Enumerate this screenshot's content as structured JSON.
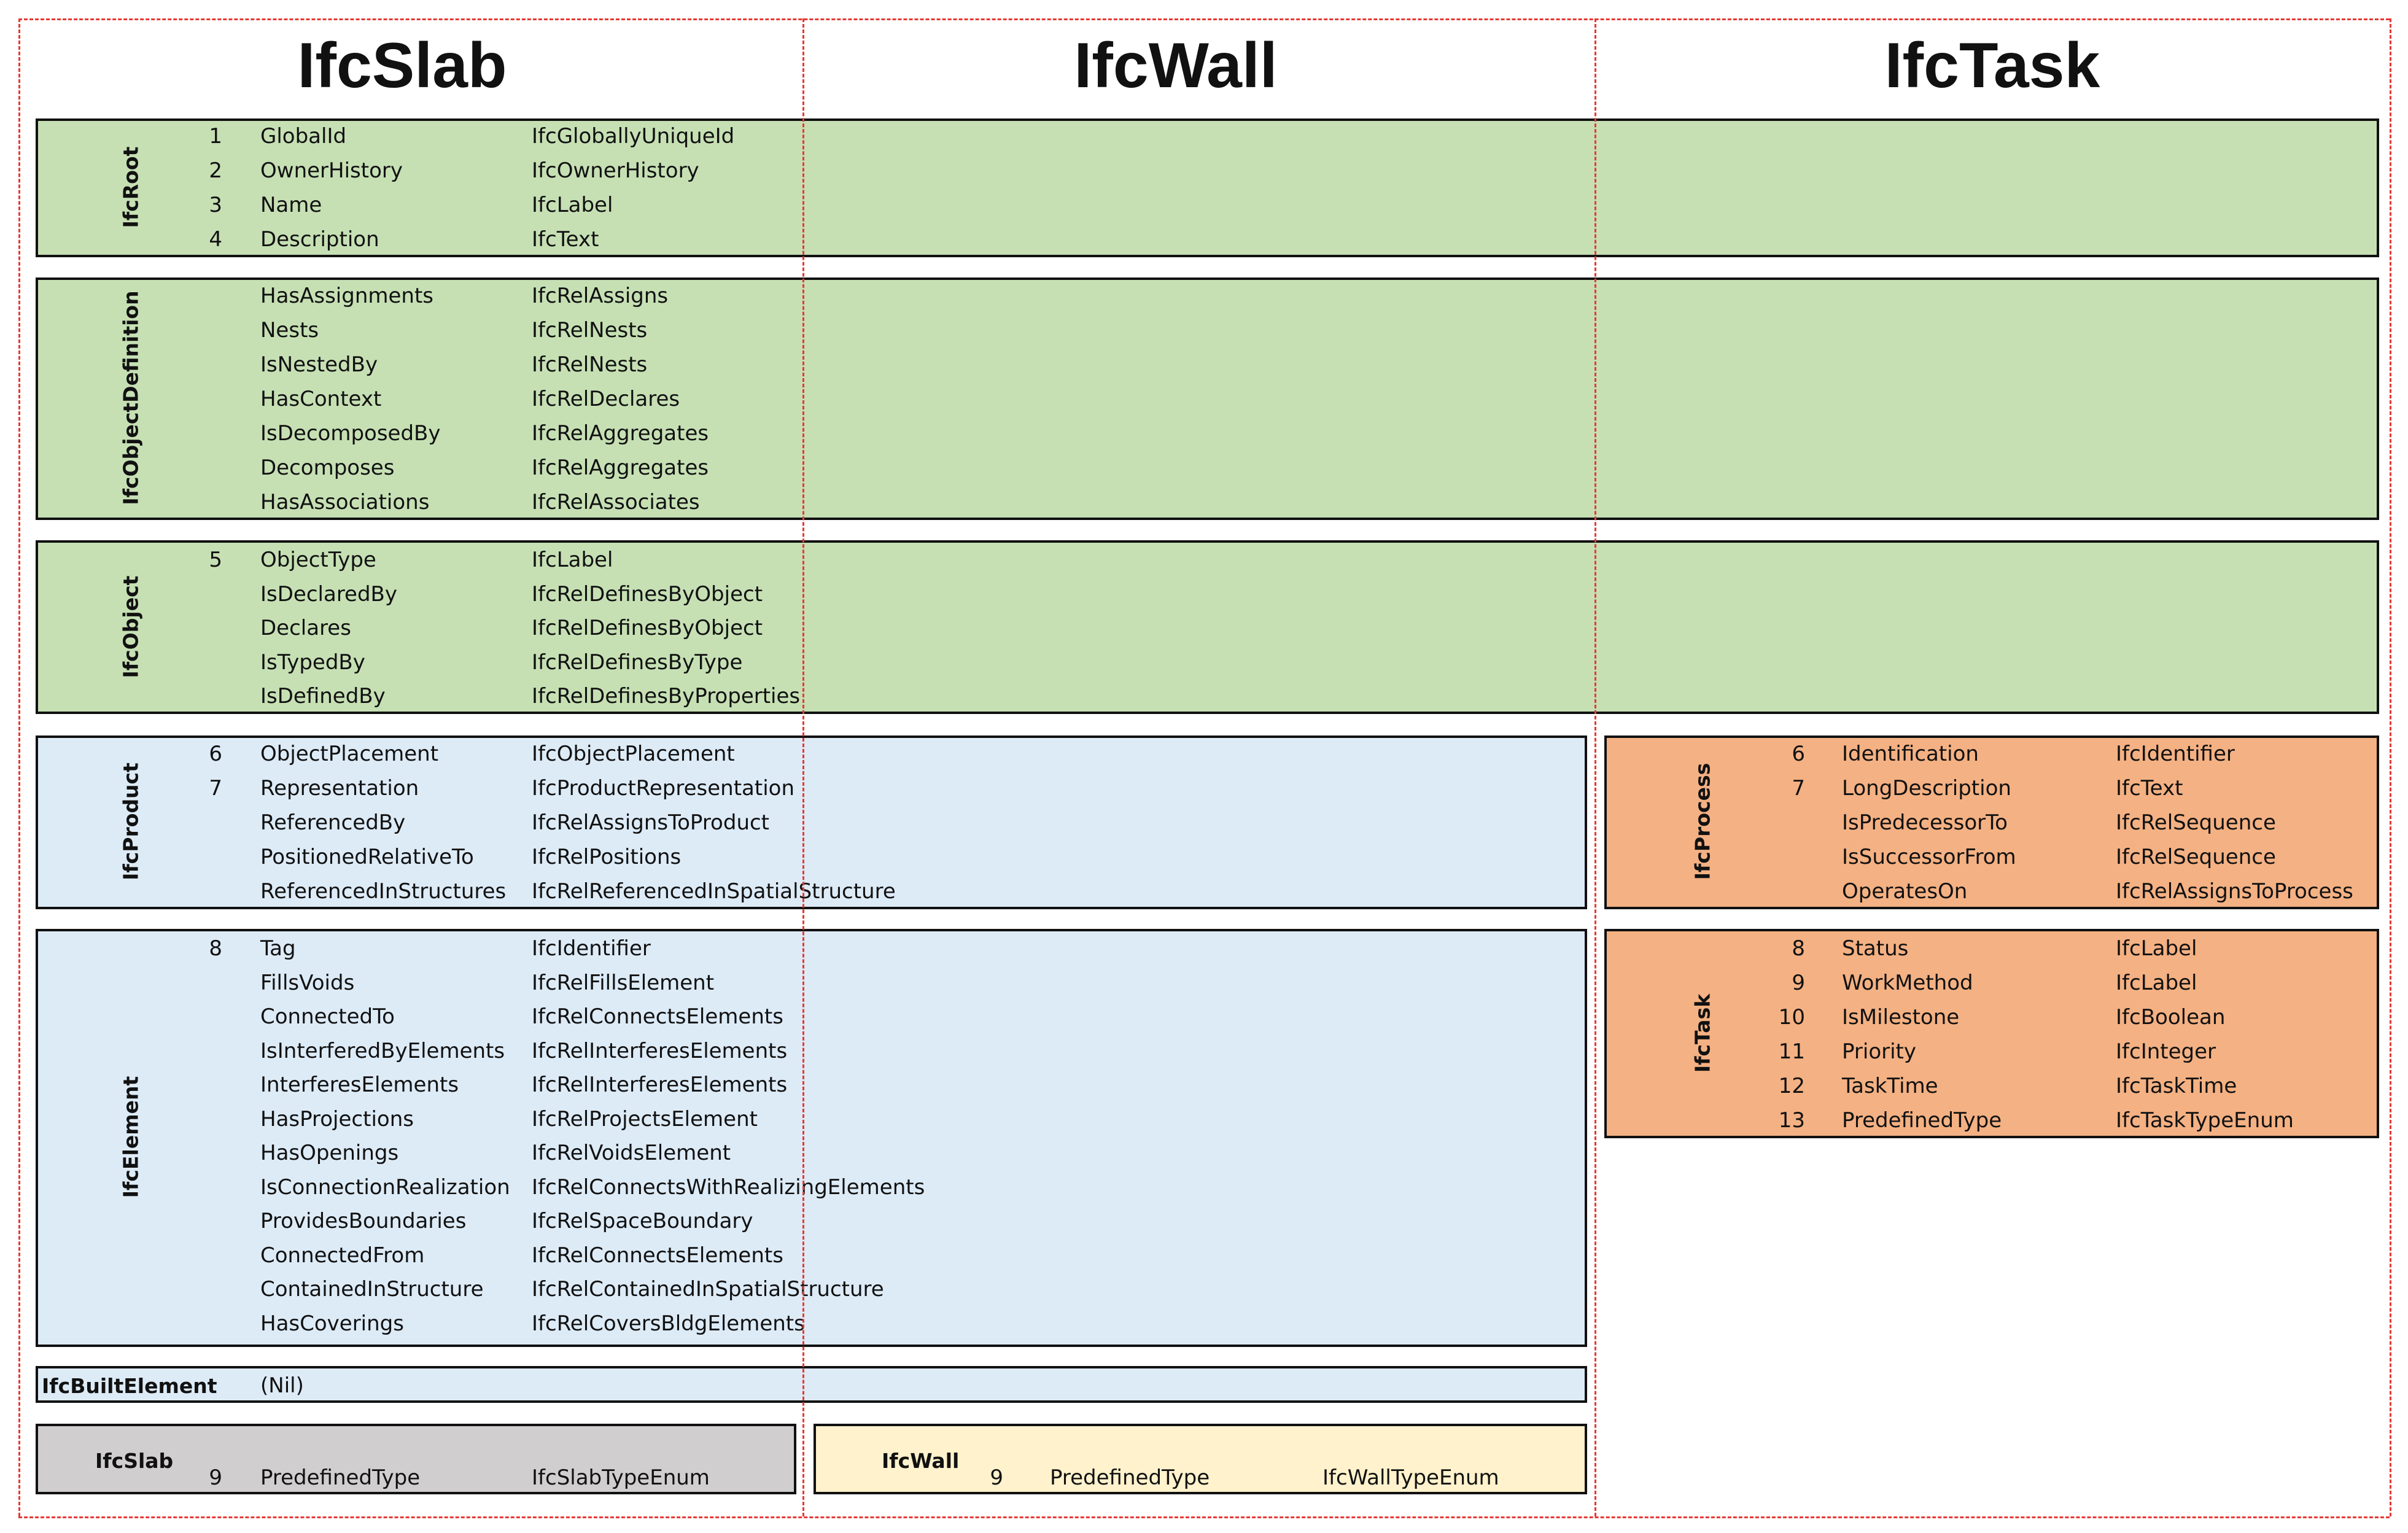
{
  "columns": [
    "IfcSlab",
    "IfcWall",
    "IfcTask"
  ],
  "sections": {
    "ifc_root": {
      "label": "IfcRoot",
      "rows": [
        {
          "num": "1",
          "name": "GlobalId",
          "type": "IfcGloballyUniqueId"
        },
        {
          "num": "2",
          "name": "OwnerHistory",
          "type": "IfcOwnerHistory"
        },
        {
          "num": "3",
          "name": "Name",
          "type": "IfcLabel"
        },
        {
          "num": "4",
          "name": "Description",
          "type": "IfcText"
        }
      ]
    },
    "ifc_object_definition": {
      "label": "IfcObjectDefinition",
      "rows": [
        {
          "num": "",
          "name": "HasAssignments",
          "type": "IfcRelAssigns"
        },
        {
          "num": "",
          "name": "Nests",
          "type": "IfcRelNests"
        },
        {
          "num": "",
          "name": "IsNestedBy",
          "type": "IfcRelNests"
        },
        {
          "num": "",
          "name": "HasContext",
          "type": "IfcRelDeclares"
        },
        {
          "num": "",
          "name": "IsDecomposedBy",
          "type": "IfcRelAggregates"
        },
        {
          "num": "",
          "name": "Decomposes",
          "type": "IfcRelAggregates"
        },
        {
          "num": "",
          "name": "HasAssociations",
          "type": "IfcRelAssociates"
        }
      ]
    },
    "ifc_object": {
      "label": "IfcObject",
      "rows": [
        {
          "num": "5",
          "name": "ObjectType",
          "type": "IfcLabel"
        },
        {
          "num": "",
          "name": "IsDeclaredBy",
          "type": "IfcRelDefinesByObject"
        },
        {
          "num": "",
          "name": "Declares",
          "type": "IfcRelDefinesByObject"
        },
        {
          "num": "",
          "name": "IsTypedBy",
          "type": "IfcRelDefinesByType"
        },
        {
          "num": "",
          "name": "IsDefinedBy",
          "type": "IfcRelDefinesByProperties"
        }
      ]
    },
    "ifc_product": {
      "label": "IfcProduct",
      "rows": [
        {
          "num": "6",
          "name": "ObjectPlacement",
          "type": "IfcObjectPlacement"
        },
        {
          "num": "7",
          "name": "Representation",
          "type": "IfcProductRepresentation"
        },
        {
          "num": "",
          "name": "ReferencedBy",
          "type": "IfcRelAssignsToProduct"
        },
        {
          "num": "",
          "name": "PositionedRelativeTo",
          "type": "IfcRelPositions"
        },
        {
          "num": "",
          "name": "ReferencedInStructures",
          "type": "IfcRelReferencedInSpatialStructure"
        }
      ]
    },
    "ifc_element": {
      "label": "IfcElement",
      "rows": [
        {
          "num": "8",
          "name": "Tag",
          "type": "IfcIdentifier"
        },
        {
          "num": "",
          "name": "FillsVoids",
          "type": "IfcRelFillsElement"
        },
        {
          "num": "",
          "name": "ConnectedTo",
          "type": "IfcRelConnectsElements"
        },
        {
          "num": "",
          "name": "IsInterferedByElements",
          "type": "IfcRelInterferesElements"
        },
        {
          "num": "",
          "name": "InterferesElements",
          "type": "IfcRelInterferesElements"
        },
        {
          "num": "",
          "name": "HasProjections",
          "type": "IfcRelProjectsElement"
        },
        {
          "num": "",
          "name": "HasOpenings",
          "type": "IfcRelVoidsElement"
        },
        {
          "num": "",
          "name": "IsConnectionRealization",
          "type": "IfcRelConnectsWithRealizingElements"
        },
        {
          "num": "",
          "name": "ProvidesBoundaries",
          "type": "IfcRelSpaceBoundary"
        },
        {
          "num": "",
          "name": "ConnectedFrom",
          "type": "IfcRelConnectsElements"
        },
        {
          "num": "",
          "name": "ContainedInStructure",
          "type": "IfcRelContainedInSpatialStructure"
        },
        {
          "num": "",
          "name": "HasCoverings",
          "type": "IfcRelCoversBldgElements"
        }
      ]
    },
    "ifc_built_element": {
      "label": "IfcBuiltElement",
      "value": "(Nil)"
    },
    "ifc_slab": {
      "label": "IfcSlab",
      "rows": [
        {
          "num": "9",
          "name": "PredefinedType",
          "type": "IfcSlabTypeEnum"
        }
      ]
    },
    "ifc_wall": {
      "label": "IfcWall",
      "rows": [
        {
          "num": "9",
          "name": "PredefinedType",
          "type": "IfcWallTypeEnum"
        }
      ]
    },
    "ifc_process": {
      "label": "IfcProcess",
      "rows": [
        {
          "num": "6",
          "name": "Identification",
          "type": "IfcIdentifier"
        },
        {
          "num": "7",
          "name": "LongDescription",
          "type": "IfcText"
        },
        {
          "num": "",
          "name": "IsPredecessorTo",
          "type": "IfcRelSequence"
        },
        {
          "num": "",
          "name": "IsSuccessorFrom",
          "type": "IfcRelSequence"
        },
        {
          "num": "",
          "name": "OperatesOn",
          "type": "IfcRelAssignsToProcess"
        }
      ]
    },
    "ifc_task": {
      "label": "IfcTask",
      "rows": [
        {
          "num": "8",
          "name": "Status",
          "type": "IfcLabel"
        },
        {
          "num": "9",
          "name": "WorkMethod",
          "type": "IfcLabel"
        },
        {
          "num": "10",
          "name": "IsMilestone",
          "type": "IfcBoolean"
        },
        {
          "num": "11",
          "name": "Priority",
          "type": "IfcInteger"
        },
        {
          "num": "12",
          "name": "TaskTime",
          "type": "IfcTaskTime"
        },
        {
          "num": "13",
          "name": "PredefinedType",
          "type": "IfcTaskTypeEnum"
        }
      ]
    }
  },
  "colors": {
    "green": "#c6e0b4",
    "blue": "#ddebf7",
    "orange": "#f4b183",
    "grey": "#d0cece",
    "cream": "#fff2cc",
    "divider": "#e53935"
  }
}
